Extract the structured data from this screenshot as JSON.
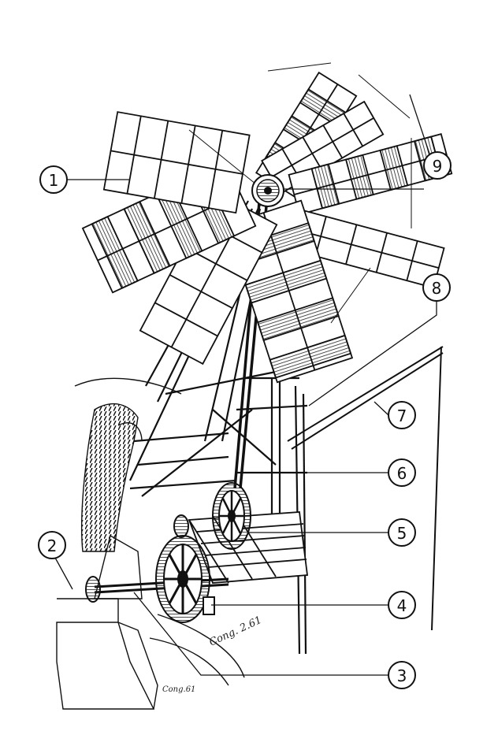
{
  "figure": {
    "ink_color": "#111111",
    "paper_color": "#ffffff",
    "hatch_color": "#222222"
  },
  "callouts": [
    {
      "id": "1",
      "label": "1"
    },
    {
      "id": "2",
      "label": "2"
    },
    {
      "id": "3",
      "label": "3"
    },
    {
      "id": "4",
      "label": "4"
    },
    {
      "id": "5",
      "label": "5"
    },
    {
      "id": "6",
      "label": "6"
    },
    {
      "id": "7",
      "label": "7"
    },
    {
      "id": "8",
      "label": "8"
    },
    {
      "id": "9",
      "label": "9"
    }
  ],
  "artist_signature": "Cong. 2.61",
  "plate_mark": "Cong.61"
}
